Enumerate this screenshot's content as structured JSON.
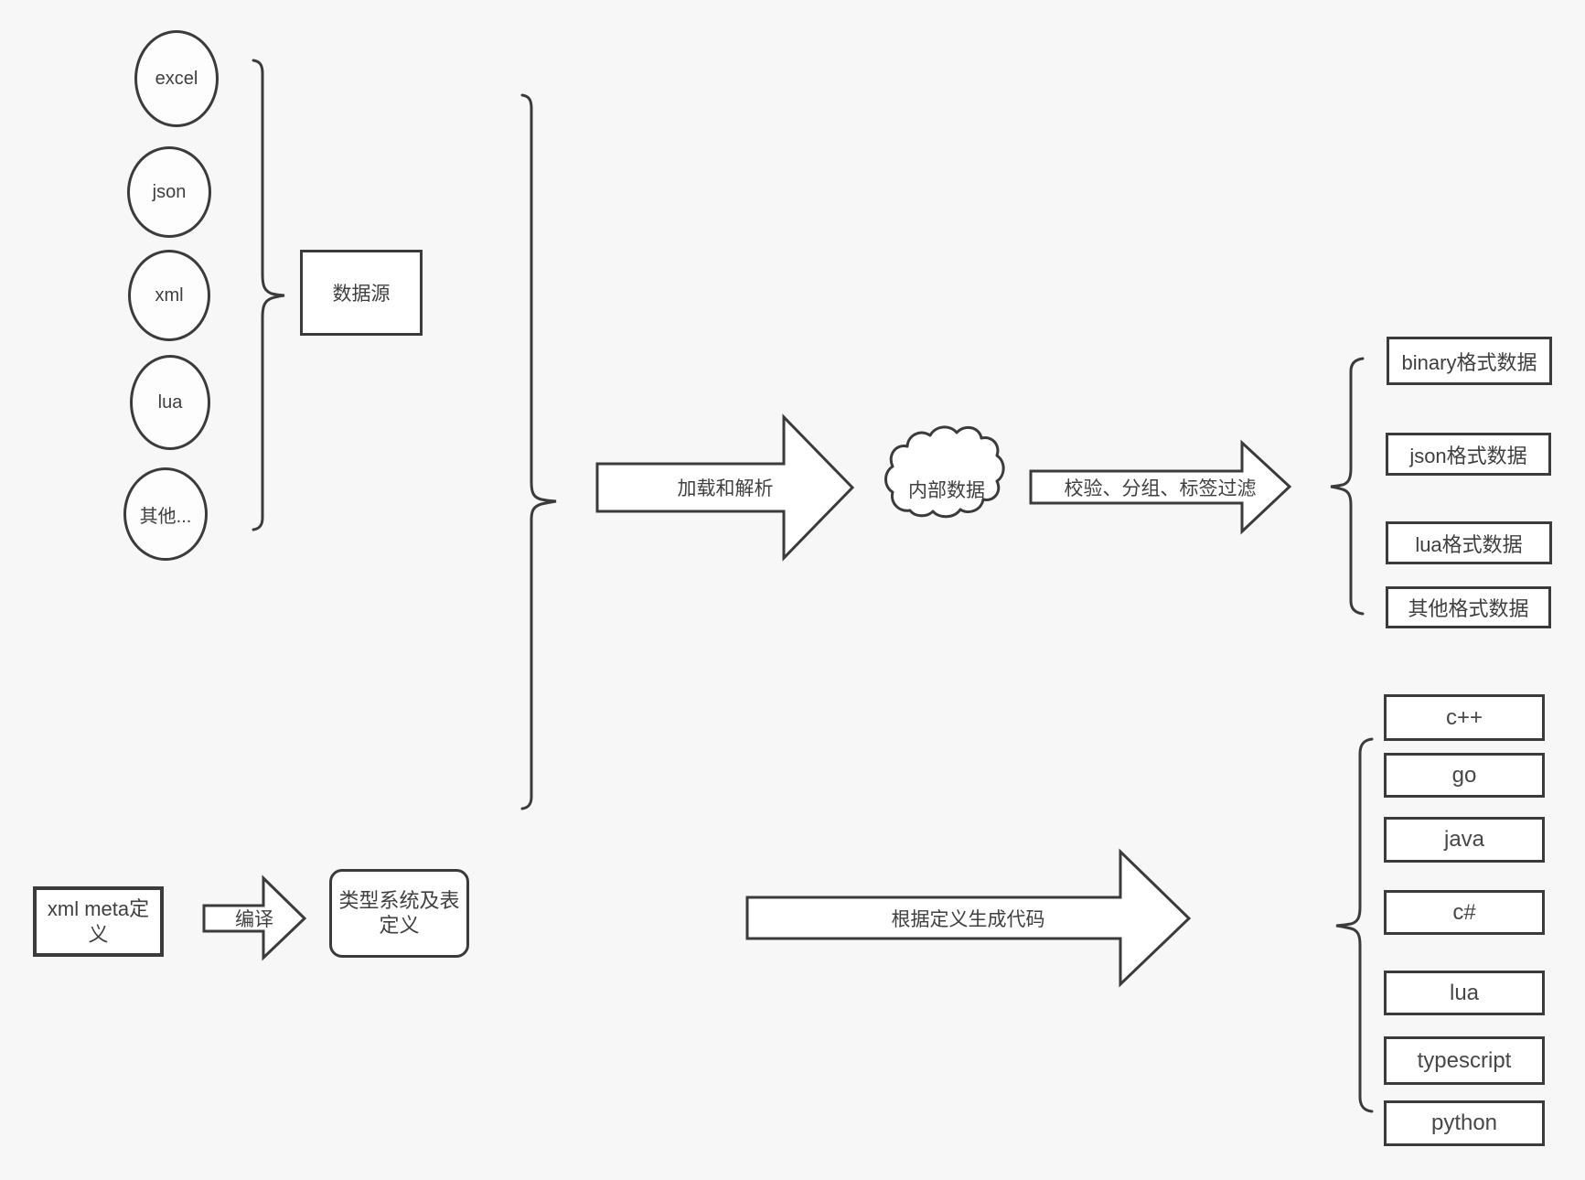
{
  "diagram": {
    "colors": {
      "background": "#f7f7f7",
      "stroke": "#3b3b3b",
      "shape_fill": "#ffffff",
      "text": "#3f3f3f"
    },
    "sources": {
      "items": [
        "excel",
        "json",
        "xml",
        "lua",
        "其他..."
      ],
      "group_label": "数据源"
    },
    "pipeline": {
      "load_arrow_label": "加载和解析",
      "internal_data_label": "内部数据",
      "filter_arrow_label": "校验、分组、标签过滤"
    },
    "outputs": {
      "items": [
        "binary格式数据",
        "json格式数据",
        "lua格式数据",
        "其他格式数据"
      ]
    },
    "meta_flow": {
      "xml_meta_label": "xml meta定义",
      "compile_arrow_label": "编译",
      "type_system_label": "类型系统及表定义",
      "codegen_arrow_label": "根据定义生成代码"
    },
    "languages": {
      "items": [
        "c++",
        "go",
        "java",
        "c#",
        "lua",
        "typescript",
        "python"
      ]
    }
  }
}
